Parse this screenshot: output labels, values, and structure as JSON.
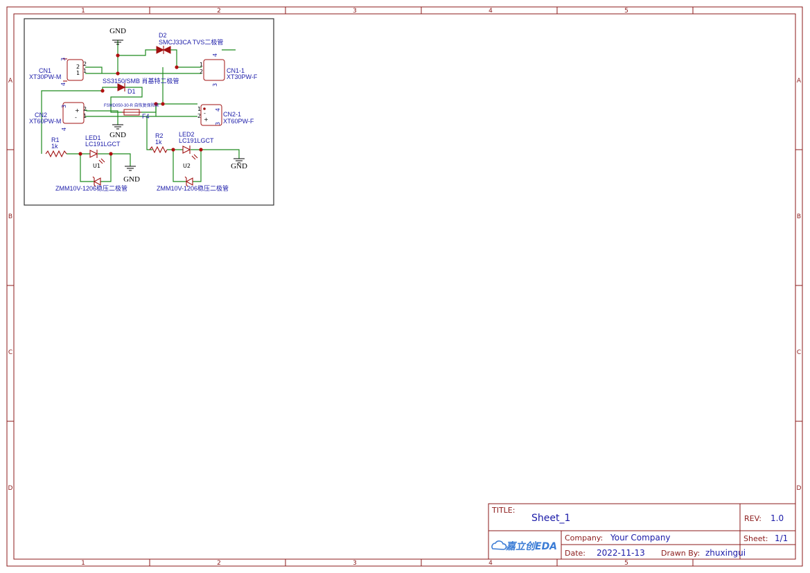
{
  "frame": {
    "columns": [
      "1",
      "2",
      "3",
      "4",
      "5"
    ],
    "rows": [
      "A",
      "B",
      "C",
      "D"
    ]
  },
  "schematic": {
    "gnd_labels": [
      "GND",
      "GND",
      "GND",
      "GND"
    ],
    "D2": {
      "ref": "D2",
      "value": "SMCJ33CA TVS二极管"
    },
    "D1": {
      "ref": "D1",
      "value": "SS3150/SMB 肖基特二极管"
    },
    "CN1": {
      "ref": "CN1",
      "value": "XT30PW-M"
    },
    "CN1_1": {
      "ref": "CN1-1",
      "value": "XT30PW-F"
    },
    "CN2": {
      "ref": "CN2",
      "value": "XT60PW-M"
    },
    "CN2_1": {
      "ref": "CN2-1",
      "value": "XT60PW-F"
    },
    "F4": {
      "ref": "F4",
      "value": "FSMD050-30-R 自恢复保险丝"
    },
    "R1": {
      "ref": "R1",
      "value": "1k"
    },
    "R2": {
      "ref": "R2",
      "value": "1k"
    },
    "LED1": {
      "ref": "LED1",
      "value": "LC191LGCT"
    },
    "LED2": {
      "ref": "LED2",
      "value": "LC191LGCT"
    },
    "U1": {
      "ref": "U1",
      "value": "ZMM10V-1206稳压二极管"
    },
    "U2": {
      "ref": "U2",
      "value": "ZMM10V-1206稳压二极管"
    }
  },
  "title_block": {
    "title_label": "TITLE:",
    "title": "Sheet_1",
    "rev_label": "REV:",
    "rev": "1.0",
    "company_label": "Company:",
    "company": "Your Company",
    "sheet_label": "Sheet:",
    "sheet": "1/1",
    "date_label": "Date:",
    "date": "2022-11-13",
    "drawn_label": "Drawn By:",
    "drawn": "zhuxingui",
    "logo": "嘉立创EDA"
  },
  "colors": {
    "frame": "#8b1a1a",
    "wire": "#1d8a1d",
    "part": "#a01010",
    "label": "#1a1aa8"
  }
}
